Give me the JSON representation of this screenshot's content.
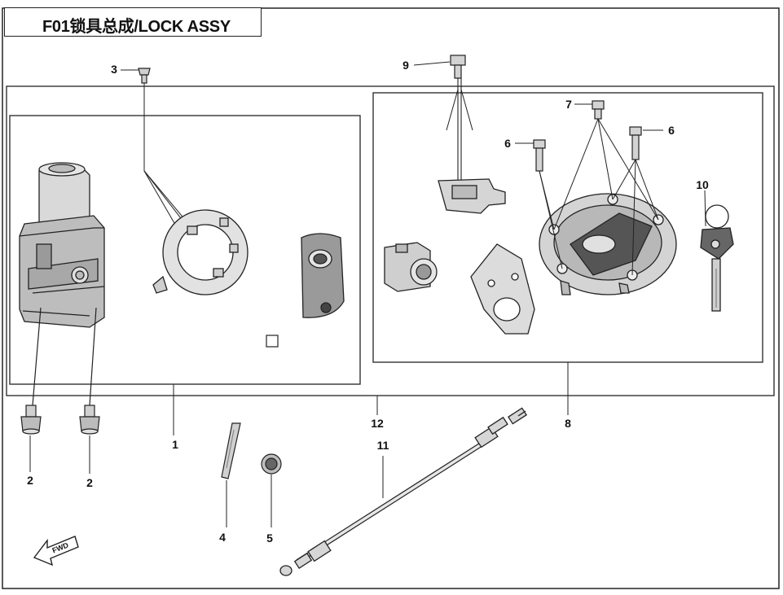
{
  "title": "F01锁具总成/LOCK ASSY",
  "callouts": {
    "c1": "1",
    "c2a": "2",
    "c2b": "2",
    "c3": "3",
    "c4": "4",
    "c5": "5",
    "c6a": "6",
    "c6b": "6",
    "c7": "7",
    "c8": "8",
    "c9": "9",
    "c10": "10",
    "c11": "11",
    "c12": "12"
  },
  "direction_marker": "FWD"
}
